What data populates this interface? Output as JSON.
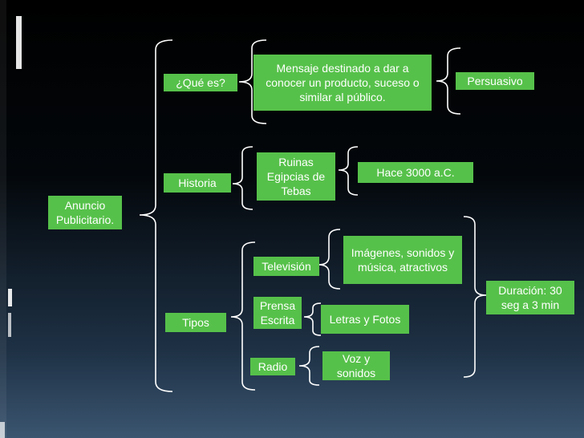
{
  "root": {
    "label": "Anuncio Publicitario."
  },
  "que_es": {
    "label": "¿Qué es?",
    "definition": "Mensaje destinado a dar a conocer un producto, suceso o similar al público.",
    "type": "Persuasivo"
  },
  "historia": {
    "label": "Historia",
    "origin": "Ruinas Egipcias de Tebas",
    "date": "Hace 3000 a.C."
  },
  "tipos": {
    "label": "Tipos",
    "television": "Televisión",
    "television_desc": "Imágenes, sonidos y música, atractivos",
    "prensa": "Prensa Escrita",
    "prensa_desc": "Letras y Fotos",
    "radio": "Radio",
    "radio_desc": "Voz y sonidos",
    "duration": "Duración: 30 seg a 3 min"
  },
  "colors": {
    "node": "#56c14a",
    "lines": "#ffffff",
    "background": "#000000"
  }
}
